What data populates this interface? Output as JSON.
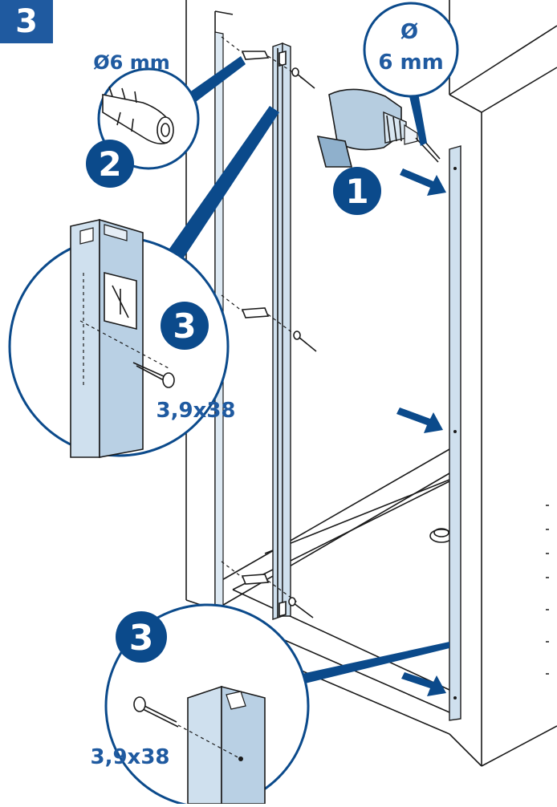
{
  "step": "3",
  "labels": {
    "dowel_diameter": "Ø6 mm",
    "drill_symbol": "Ø",
    "drill_size": "6 mm",
    "screw_size_top": "3,9x38",
    "screw_size_bottom": "3,9x38"
  },
  "markers": {
    "drill": "1",
    "dowel": "2",
    "screw_top": "3",
    "screw_bottom": "3"
  },
  "colors": {
    "accent": "#0b4a8b",
    "label_blue": "#1f5aa0",
    "rail_fill": "#cfe0ee"
  },
  "icons": [
    "drill-icon",
    "wall-plug-icon",
    "screw-icon",
    "profile-rail-icon",
    "direction-arrow-icon"
  ]
}
